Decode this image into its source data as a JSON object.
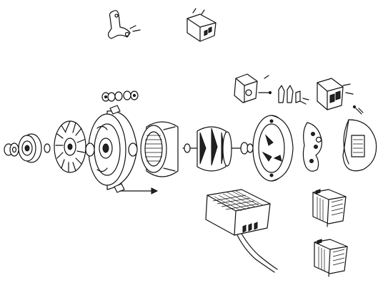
{
  "diagram": {
    "style": "exploded-view line drawing",
    "colors": {
      "ink": "#111111",
      "background": "#ffffff"
    },
    "parts": [
      "bracket",
      "brush-holder-small",
      "bolt-set",
      "pulley-nut-washer",
      "pulley",
      "fan",
      "drive-end-housing",
      "stator",
      "rotor",
      "slip-ring-end-housing",
      "rectifier-plate",
      "rectifier-cover",
      "brush-holder-regulator-a",
      "brush-holder-regulator-b",
      "brush-set",
      "regulator-module",
      "regulator-pack-upper",
      "regulator-pack-lower",
      "assembly-arrow"
    ]
  }
}
